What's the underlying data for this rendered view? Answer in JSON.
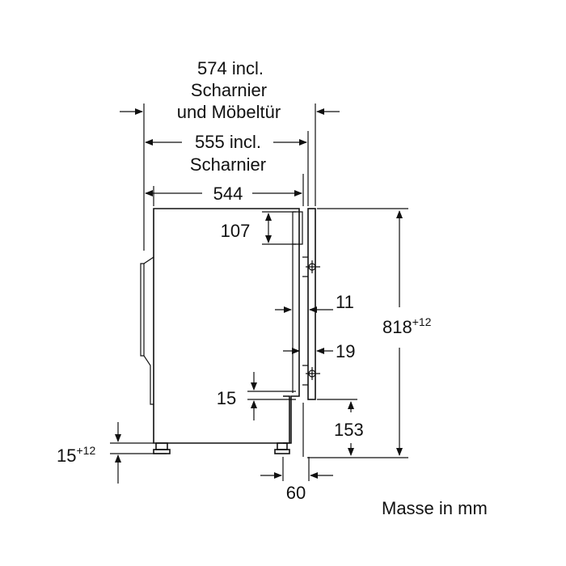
{
  "dimensions": {
    "d574": {
      "value": "574 incl.",
      "line2": "Scharnier",
      "line3": "und Möbeltür"
    },
    "d555": {
      "value": "555 incl.",
      "line2": "Scharnier"
    },
    "d544": {
      "value": "544"
    },
    "d107": {
      "value": "107"
    },
    "d11": {
      "value": "11"
    },
    "d19": {
      "value": "19"
    },
    "d818": {
      "value": "818",
      "tolerance": "+12"
    },
    "d15_inner": {
      "value": "15"
    },
    "d153": {
      "value": "153"
    },
    "d15_foot": {
      "value": "15",
      "tolerance": "+12"
    },
    "d60": {
      "value": "60"
    }
  },
  "footer": {
    "units_note": "Masse in mm"
  }
}
